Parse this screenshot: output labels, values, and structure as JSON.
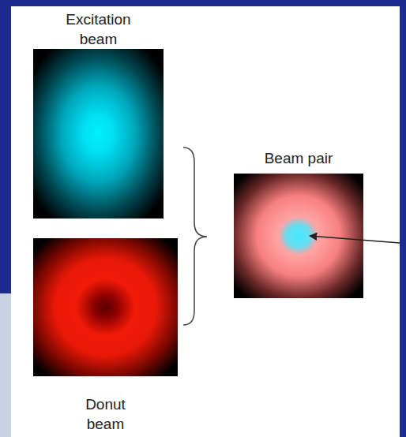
{
  "diagram": {
    "nodes": [
      {
        "text": [
          "Excitation beam"
        ]
      },
      {
        "text": [
          "Donut beam"
        ]
      },
      {
        "text": [
          "Beam pair"
        ]
      }
    ]
  }
}
